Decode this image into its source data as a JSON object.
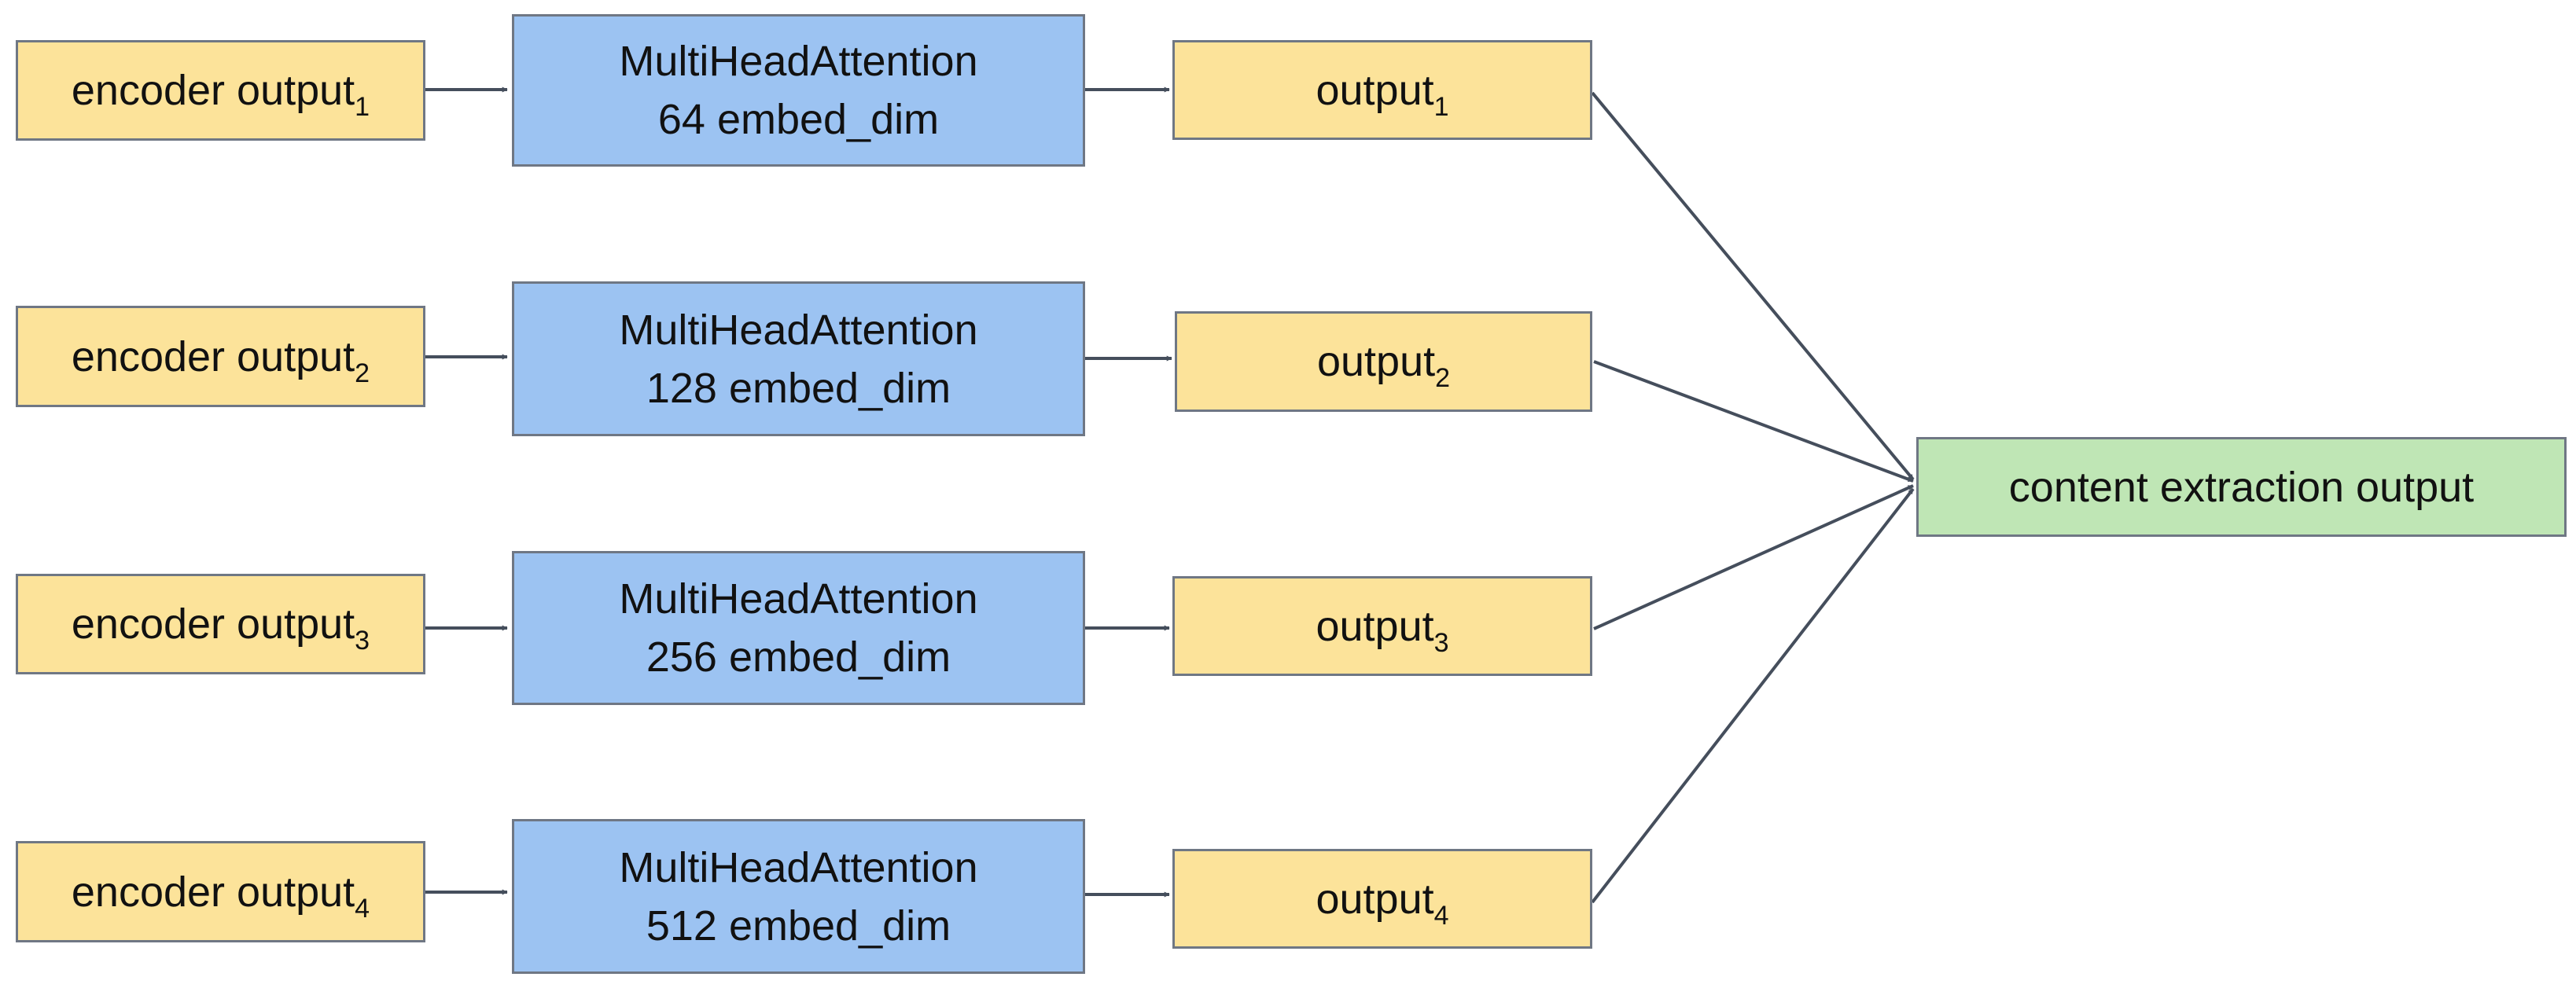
{
  "colors": {
    "input_fill": "#fce39a",
    "attention_fill": "#9cc3f2",
    "output_fill": "#fce39a",
    "final_fill": "#bfe6b5",
    "border": "#6f7784",
    "arrow": "#454e5c"
  },
  "rows": [
    {
      "input_label": "encoder output",
      "input_sub": "1",
      "attention_title": "MultiHeadAttention",
      "attention_dim": "64 embed_dim",
      "output_label": "output",
      "output_sub": "1"
    },
    {
      "input_label": "encoder output",
      "input_sub": "2",
      "attention_title": "MultiHeadAttention",
      "attention_dim": "128 embed_dim",
      "output_label": "output",
      "output_sub": "2"
    },
    {
      "input_label": "encoder output",
      "input_sub": "3",
      "attention_title": "MultiHeadAttention",
      "attention_dim": "256 embed_dim",
      "output_label": "output",
      "output_sub": "3"
    },
    {
      "input_label": "encoder output",
      "input_sub": "4",
      "attention_title": "MultiHeadAttention",
      "attention_dim": "512 embed_dim",
      "output_label": "output",
      "output_sub": "4"
    }
  ],
  "final": {
    "label": "content extraction output"
  },
  "edges": [
    {
      "from": "encoder output 1",
      "to": "MultiHeadAttention 64 embed_dim"
    },
    {
      "from": "MultiHeadAttention 64 embed_dim",
      "to": "output 1"
    },
    {
      "from": "encoder output 2",
      "to": "MultiHeadAttention 128 embed_dim"
    },
    {
      "from": "MultiHeadAttention 128 embed_dim",
      "to": "output 2"
    },
    {
      "from": "encoder output 3",
      "to": "MultiHeadAttention 256 embed_dim"
    },
    {
      "from": "MultiHeadAttention 256 embed_dim",
      "to": "output 3"
    },
    {
      "from": "encoder output 4",
      "to": "MultiHeadAttention 512 embed_dim"
    },
    {
      "from": "MultiHeadAttention 512 embed_dim",
      "to": "output 4"
    },
    {
      "from": "output 1",
      "to": "content extraction output"
    },
    {
      "from": "output 2",
      "to": "content extraction output"
    },
    {
      "from": "output 3",
      "to": "content extraction output"
    },
    {
      "from": "output 4",
      "to": "content extraction output"
    }
  ]
}
